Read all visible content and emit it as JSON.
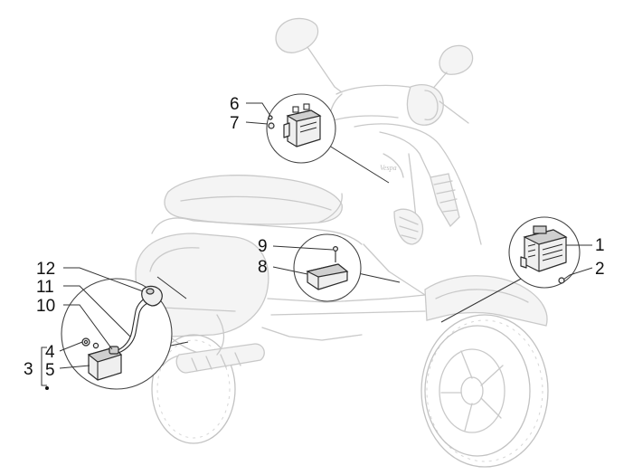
{
  "diagram": {
    "brand_text": "Vespa",
    "part_numbers": {
      "n1": "1",
      "n2": "2",
      "n3": "3",
      "n4": "4",
      "n5": "5",
      "n6": "6",
      "n7": "7",
      "n8": "8",
      "n9": "9",
      "n10": "10",
      "n11": "11",
      "n12": "12"
    }
  }
}
